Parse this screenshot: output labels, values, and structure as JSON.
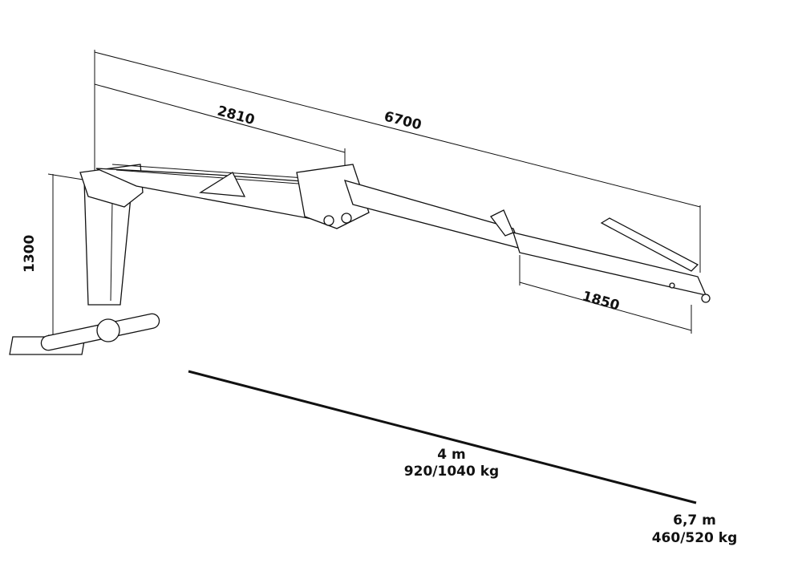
{
  "dimensions": {
    "overall_reach": "6700",
    "first_boom": "2810",
    "column_height": "1300",
    "extension": "1850"
  },
  "capacity": {
    "near": {
      "reach": "4 m",
      "load": "920/1040 kg"
    },
    "far": {
      "reach": "6,7 m",
      "load": "460/520 kg"
    }
  },
  "colors": {
    "line": "#111111",
    "background": "#ffffff"
  }
}
